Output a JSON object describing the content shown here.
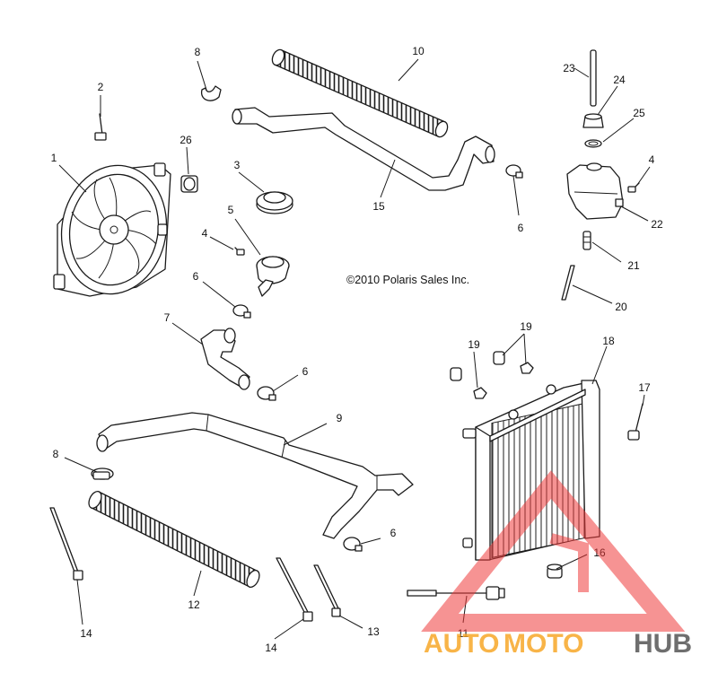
{
  "copyright": "©2010 Polaris Sales Inc.",
  "watermark": {
    "part1": "AUTO",
    "part2": "MOTO",
    "part3": "HUB",
    "colors": {
      "orange": "#f7a829",
      "red": "#ef3a3a",
      "gray": "#555555"
    }
  },
  "callouts": {
    "c1": "1",
    "c2": "2",
    "c3": "3",
    "c4a": "4",
    "c4b": "4",
    "c5": "5",
    "c6a": "6",
    "c6b": "6",
    "c6c": "6",
    "c6d": "6",
    "c7": "7",
    "c8a": "8",
    "c8b": "8",
    "c9": "9",
    "c10": "10",
    "c11": "11",
    "c12": "12",
    "c13": "13",
    "c14a": "14",
    "c14b": "14",
    "c15": "15",
    "c16": "16",
    "c17": "17",
    "c18": "18",
    "c19a": "19",
    "c19b": "19",
    "c20": "20",
    "c21": "21",
    "c22": "22",
    "c23": "23",
    "c24": "24",
    "c25": "25",
    "c26": "26"
  }
}
